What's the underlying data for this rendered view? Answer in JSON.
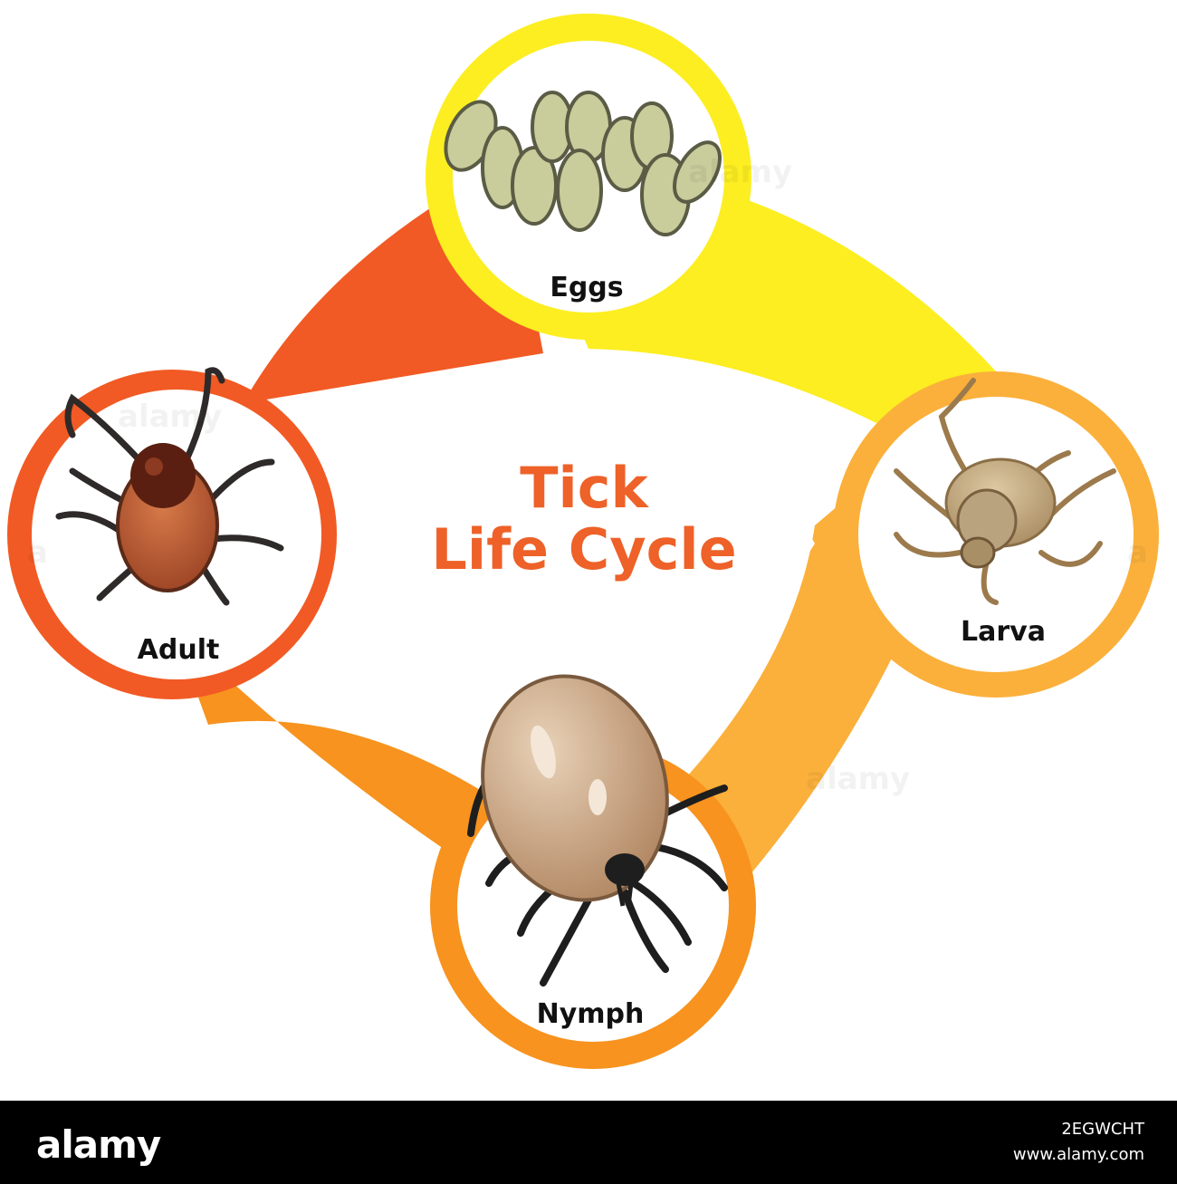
{
  "title": {
    "line1": "Tick",
    "line2": "Life Cycle"
  },
  "stages": [
    {
      "id": "eggs",
      "label": "Eggs"
    },
    {
      "id": "larva",
      "label": "Larva"
    },
    {
      "id": "nymph",
      "label": "Nymph"
    },
    {
      "id": "adult",
      "label": "Adult"
    }
  ],
  "watermarks": [
    "alamy",
    "alamy",
    "alamy",
    "a",
    "a"
  ],
  "footer": {
    "brand": "alamy",
    "image_id": "2EGWCHT",
    "site": "www.alamy.com"
  },
  "colors": {
    "yellow": "#fcee21",
    "light_orange": "#fbb03b",
    "orange": "#f7931e",
    "red_orange": "#f15a24",
    "title": "#ee6128",
    "footer_bg": "#000000"
  },
  "icons": [
    "tick-eggs-icon",
    "tick-larva-icon",
    "tick-nymph-icon",
    "tick-adult-icon"
  ]
}
